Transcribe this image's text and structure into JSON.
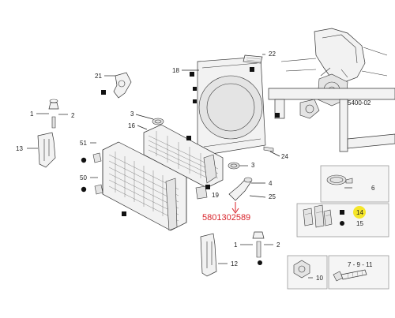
{
  "labels": {
    "l1": "1",
    "l2": "2",
    "l13": "13",
    "l21": "21",
    "l18": "18",
    "l22": "22",
    "l3a": "3",
    "l16": "16",
    "l51": "51",
    "l50": "50",
    "l24": "24",
    "l3b": "3",
    "l4": "4",
    "l19": "19",
    "l25": "25",
    "l1b": "1",
    "l2b": "2",
    "l12": "12",
    "l6": "6",
    "l14": "14",
    "l15": "15",
    "l10": "10",
    "l7911": "7 - 9 - 11",
    "l5400": "5400-02"
  },
  "highlight": {
    "part_number": "5801302589",
    "color": "#d8232a"
  },
  "badge": {
    "label": "14",
    "color": "#f5e62a"
  },
  "colors": {
    "stroke": "#222222",
    "panel": "#f5f5f5"
  }
}
